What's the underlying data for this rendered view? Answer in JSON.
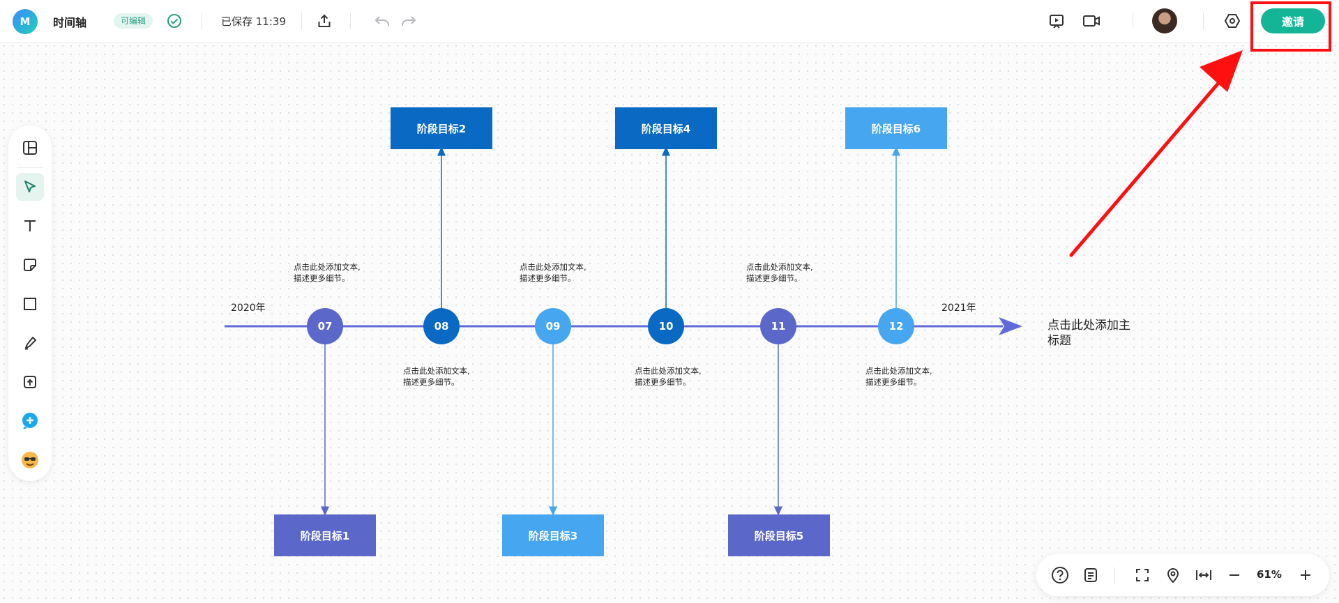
{
  "header": {
    "doc_title": "时间轴",
    "edit_badge": "可编辑",
    "saved_status": "已保存 11:39",
    "invite_label": "邀请",
    "logo_text": "M"
  },
  "colors": {
    "accent": "#13b596",
    "highlight_red": "#ff1010",
    "timeline_line": "#5f6bd8",
    "purple": "#5b67c9",
    "dark_blue": "#0969c3",
    "light_blue": "#46a6ef"
  },
  "icons": {
    "header_left": [
      "logo-icon",
      "check-circle-icon",
      "share-upload-icon",
      "undo-icon",
      "redo-icon"
    ],
    "header_right": [
      "presentation-icon",
      "video-call-icon",
      "settings-hexagon-icon"
    ],
    "toolbar": [
      "template-panel-icon",
      "select-cursor-icon",
      "text-tool-icon",
      "sticky-note-icon",
      "shape-rectangle-icon",
      "pen-tool-icon",
      "upload-icon",
      "add-chat-icon",
      "emoji-icon"
    ],
    "bottom": [
      "help-icon",
      "notes-icon",
      "fullscreen-icon",
      "location-pin-icon",
      "fit-width-icon",
      "zoom-out-icon",
      "zoom-in-icon"
    ]
  },
  "canvas": {
    "start_year": "2020年",
    "end_year": "2021年",
    "main_title": "点击此处添加主标题",
    "nodes": [
      {
        "label": "07"
      },
      {
        "label": "08"
      },
      {
        "label": "09"
      },
      {
        "label": "10"
      },
      {
        "label": "11"
      },
      {
        "label": "12"
      }
    ],
    "goals": [
      {
        "label": "阶段目标1"
      },
      {
        "label": "阶段目标2"
      },
      {
        "label": "阶段目标3"
      },
      {
        "label": "阶段目标4"
      },
      {
        "label": "阶段目标5"
      },
      {
        "label": "阶段目标6"
      }
    ],
    "note_line1": "点击此处添加文本,",
    "note_line2": "描述更多细节。"
  },
  "bottom_bar": {
    "zoom": "61%"
  }
}
